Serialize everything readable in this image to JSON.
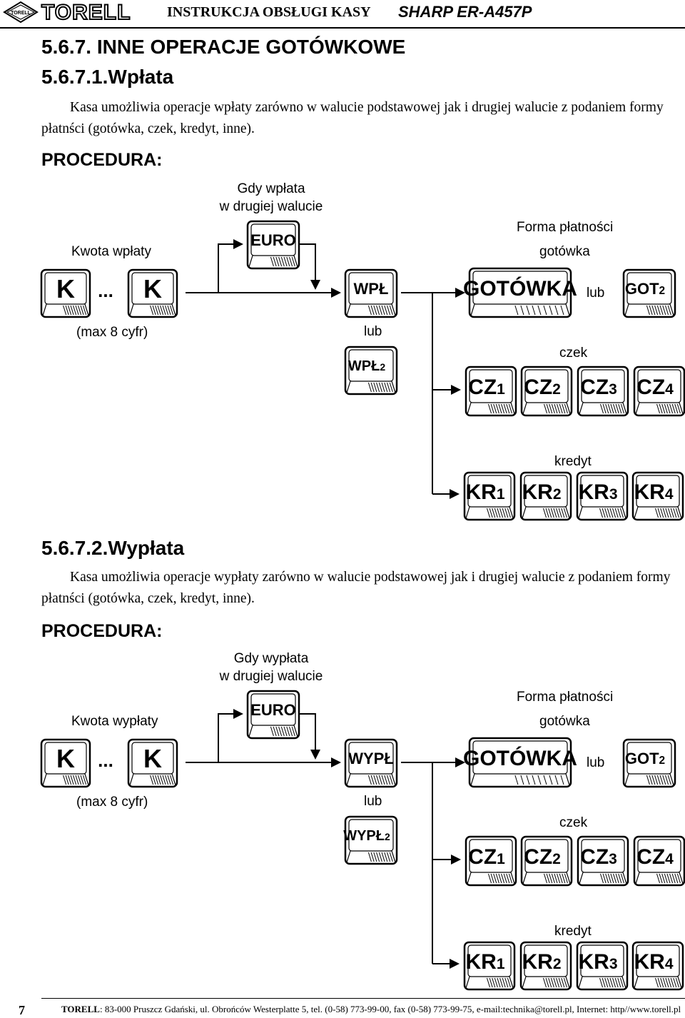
{
  "header": {
    "logo_text": "TORELL",
    "emblem_text": "TORELL",
    "title": "INSTRUKCJA OBSŁUGI KASY",
    "model": "SHARP ER-A457P"
  },
  "section": {
    "heading": "5.6.7.  INNE OPERACJE GOTÓWKOWE"
  },
  "deposit": {
    "heading": "5.6.7.1.Wpłata",
    "text": "Kasa umożliwia operacje wpłaty zarówno w walucie podstawowej jak i drugiej walucie z podaniem formy płatnści (gotówka, czek, kredyt, inne).",
    "procedure": "PROCEDURA:",
    "amount_label": "Kwota wpłaty",
    "max_digits": "(max 8 cyfr)",
    "second_currency_line1": "Gdy wpłata",
    "second_currency_line2": "w drugiej walucie",
    "payment_form": "Forma płatności",
    "cash": "gotówka",
    "or1": "lub",
    "or2": "lub",
    "cheque": "czek",
    "credit": "kredyt",
    "keys": {
      "k": "K",
      "ellipsis": "...",
      "euro": "EURO",
      "op1": "WPŁ",
      "op2_main": "WPŁ",
      "op2_sub": "2",
      "cash_key": "GOTÓWKA",
      "got2_main": "GOT",
      "got2_sub": "2",
      "cz": [
        "CZ",
        "CZ",
        "CZ",
        "CZ"
      ],
      "cz_n": [
        "1",
        "2",
        "3",
        "4"
      ],
      "kr": [
        "KR",
        "KR",
        "KR",
        "KR"
      ],
      "kr_n": [
        "1",
        "2",
        "3",
        "4"
      ]
    }
  },
  "withdrawal": {
    "heading": "5.6.7.2.Wypłata",
    "text": "Kasa umożliwia operacje wypłaty zarówno w walucie podstawowej jak i drugiej walucie z podaniem formy płatnści (gotówka, czek, kredyt, inne).",
    "procedure": "PROCEDURA:",
    "amount_label": "Kwota wypłaty",
    "max_digits": "(max 8 cyfr)",
    "second_currency_line1": "Gdy wypłata",
    "second_currency_line2": "w drugiej walucie",
    "payment_form": "Forma płatności",
    "cash": "gotówka",
    "or1": "lub",
    "or2": "lub",
    "cheque": "czek",
    "credit": "kredyt",
    "keys": {
      "k": "K",
      "ellipsis": "...",
      "euro": "EURO",
      "op1": "WYPŁ",
      "op2_main": "WYPŁ",
      "op2_sub": "2",
      "cash_key": "GOTÓWKA",
      "got2_main": "GOT",
      "got2_sub": "2",
      "cz": [
        "CZ",
        "CZ",
        "CZ",
        "CZ"
      ],
      "cz_n": [
        "1",
        "2",
        "3",
        "4"
      ],
      "kr": [
        "KR",
        "KR",
        "KR",
        "KR"
      ],
      "kr_n": [
        "1",
        "2",
        "3",
        "4"
      ]
    }
  },
  "footer": {
    "page_number": "7",
    "company": "TORELL",
    "address": ": 83-000 Pruszcz Gdański, ul. Obrońców Westerplatte 5,  tel. (0-58) 773-99-00, fax (0-58) 773-99-75, e-mail:technika@torell.pl, Internet: http//www.torell.pl"
  }
}
